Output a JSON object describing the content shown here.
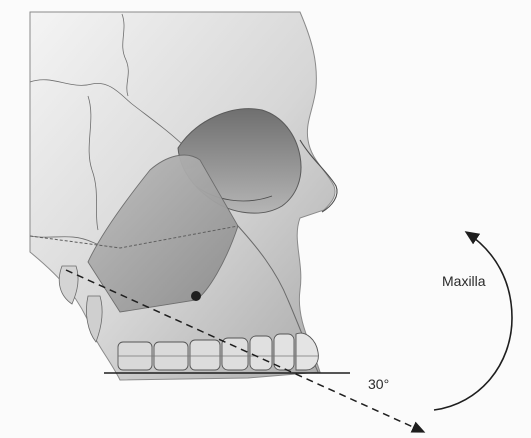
{
  "diagram": {
    "labels": {
      "rotation_label": "Maxilla",
      "angle_label": "30°"
    },
    "colors": {
      "bone_light": "#e9e9e9",
      "bone_mid": "#c9c9c9",
      "bone_dark": "#8f8f8f",
      "outline": "#3a3a3a",
      "line": "#1e1e1e",
      "teeth": "#d7d7d7"
    },
    "angle_degrees": 30,
    "icons": [
      "skull-illustration",
      "curved-rotation-arrow-icon",
      "dashed-axis-arrow-icon"
    ]
  }
}
